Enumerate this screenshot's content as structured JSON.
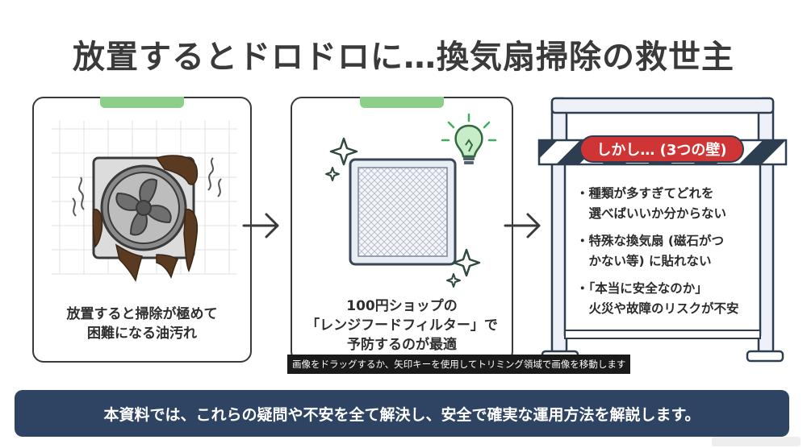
{
  "title": "放置するとドロドロに…換気扇掃除の救世主",
  "cards": [
    {
      "lines": [
        "放置すると掃除が極めて",
        "困難になる油汚れ"
      ],
      "icon": "dirty-fan-icon"
    },
    {
      "lines": [
        "100円ショップの",
        "「レンジフードフィルター」で",
        "予防するのが最適"
      ],
      "icon": "filter-icon"
    }
  ],
  "barrier": {
    "label": "しかし… (3つの壁)",
    "items": [
      [
        "・種類が多すぎてどれを",
        "　選べばいいか分からない"
      ],
      [
        "・特殊な換気扇 (磁石がつ",
        "　かない等) に貼れない"
      ],
      [
        "・「本当に安全なのか」",
        "　火災や故障のリスクが不安"
      ]
    ]
  },
  "tooltip": "画像をドラッグするか、矢印キーを使用してトリミング領域で画像を移動します",
  "footer": "本資料では、これらの疑問や不安を全て解決し、安全で確実な運用方法を解説します。",
  "colors": {
    "accent_green": "#8ccf8a",
    "barrier_red": "#d03536",
    "footer_navy": "#2f4462",
    "grime_brown": "#5a3b22"
  }
}
